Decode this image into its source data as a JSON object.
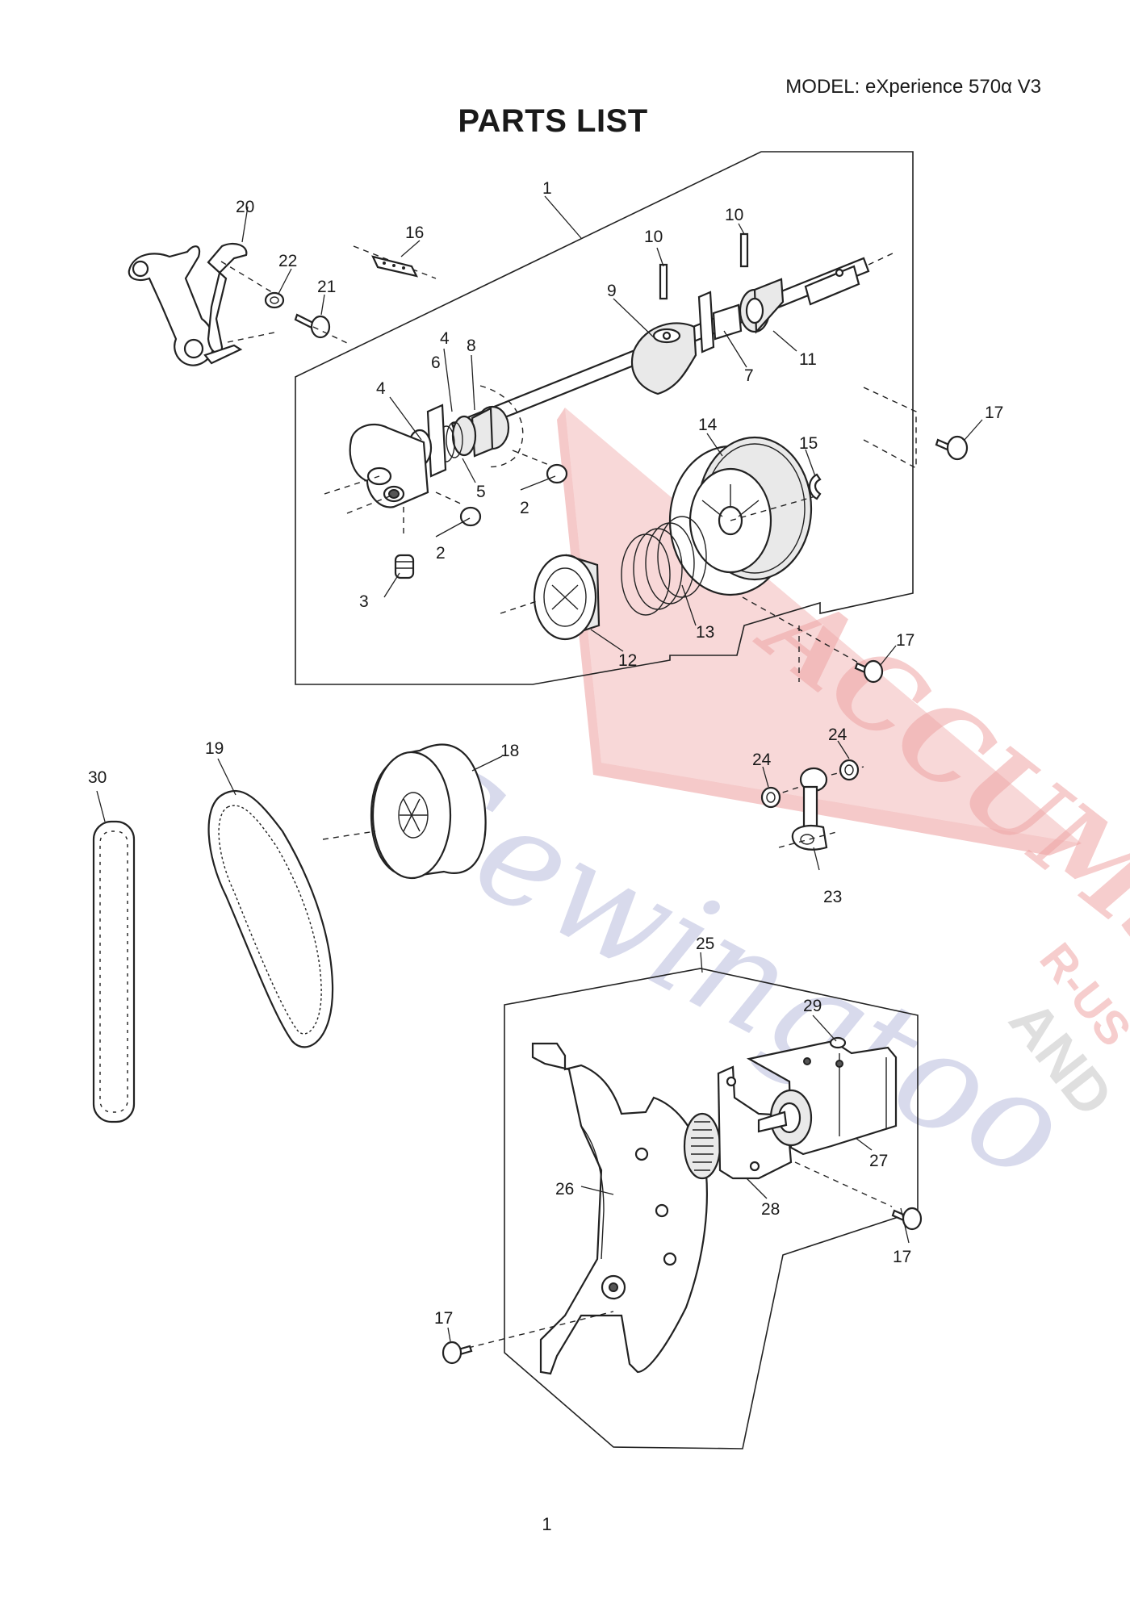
{
  "header": {
    "model": "MODEL: eXperience 570α V3",
    "title": "PARTS LIST"
  },
  "footer": {
    "page_number": "1"
  },
  "watermark": {
    "brand": "ACCUMS",
    "script": "Sewingtoo",
    "side_top": "R-US",
    "side_bottom": "AND",
    "colors": {
      "red": "#e05a5a",
      "blue": "#7f86c2",
      "gray": "#8c8c8c"
    }
  },
  "callouts": {
    "c1": "1",
    "c2a": "2",
    "c2b": "2",
    "c3": "3",
    "c4a": "4",
    "c4b": "4",
    "c5": "5",
    "c6": "6",
    "c7": "7",
    "c8": "8",
    "c9": "9",
    "c10a": "10",
    "c10b": "10",
    "c11": "11",
    "c12": "12",
    "c13": "13",
    "c14": "14",
    "c15": "15",
    "c16": "16",
    "c17a": "17",
    "c17b": "17",
    "c17c": "17",
    "c17d": "17",
    "c18": "18",
    "c19": "19",
    "c20": "20",
    "c21": "21",
    "c22": "22",
    "c23": "23",
    "c24a": "24",
    "c24b": "24",
    "c25": "25",
    "c26": "26",
    "c27": "27",
    "c28": "28",
    "c29": "29",
    "c30": "30"
  }
}
